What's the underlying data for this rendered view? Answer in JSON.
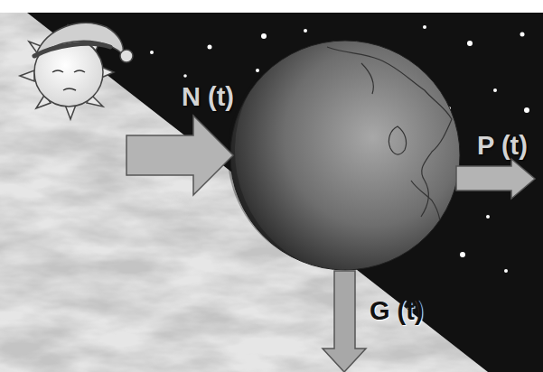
{
  "diagram": {
    "labels": [
      "N (t)",
      "P (t)",
      "G (t)"
    ]
  }
}
